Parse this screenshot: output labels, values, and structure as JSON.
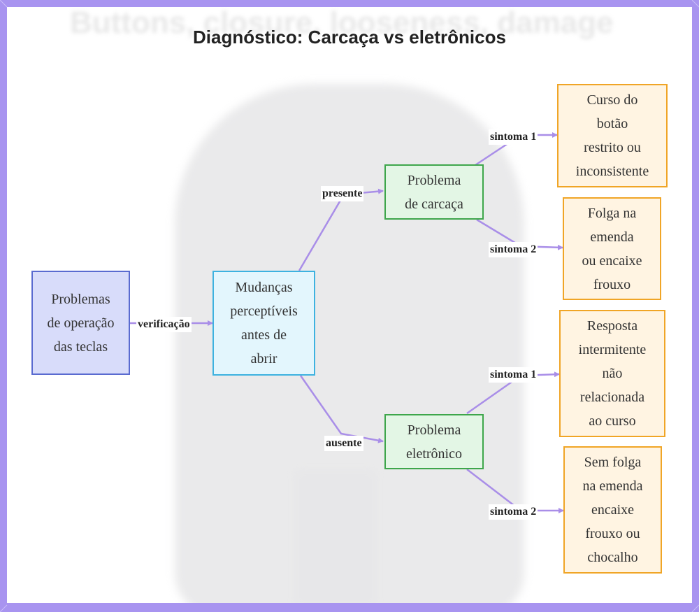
{
  "title": "Diagnóstico: Carcaça vs eletrônicos",
  "background_text": {
    "top": "Buttons, closure, looseness, damage"
  },
  "nodes": {
    "root": {
      "lines": [
        "Problemas",
        "de operação",
        "das teclas"
      ]
    },
    "check": {
      "lines": [
        "Mudanças",
        "perceptíveis",
        "antes de",
        "abrir"
      ]
    },
    "housing": {
      "lines": [
        "Problema",
        "de carcaça"
      ]
    },
    "electronic": {
      "lines": [
        "Problema",
        "eletrônico"
      ]
    },
    "h1": {
      "lines": [
        "Curso do",
        "botão",
        "restrito ou",
        "inconsistente"
      ]
    },
    "h2": {
      "lines": [
        "Folga na",
        "emenda",
        "ou encaixe",
        "frouxo"
      ]
    },
    "e1": {
      "lines": [
        "Resposta",
        "intermitente",
        "não",
        "relacionada",
        "ao curso"
      ]
    },
    "e2": {
      "lines": [
        "Sem folga",
        "na emenda",
        "encaixe",
        "frouxo ou",
        "chocalho"
      ]
    }
  },
  "edges": {
    "verificacao": "verificação",
    "presente": "presente",
    "ausente": "ausente",
    "h_sintoma1": "sintoma 1",
    "h_sintoma2": "sintoma 2",
    "e_sintoma1": "sintoma 1",
    "e_sintoma2": "sintoma 2"
  },
  "colors": {
    "frame": "#a894f0",
    "connector": "#a98ee8",
    "root_fill": "#d8dcfa",
    "root_border": "#5a6bd0",
    "check_fill": "#e3f6fd",
    "check_border": "#3db2e0",
    "outcome_fill": "#e3f6e5",
    "outcome_border": "#3ea64b",
    "symptom_fill": "#fff4e2",
    "symptom_border": "#f0a526"
  }
}
